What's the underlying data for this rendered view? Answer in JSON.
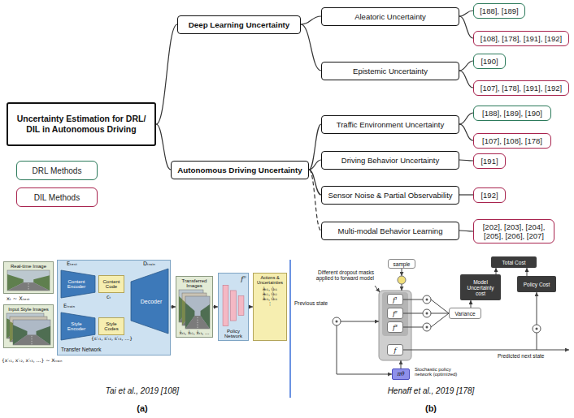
{
  "diagram": {
    "nodes": [
      {
        "text": [
          "Uncertainty Estimation for DRL/ DIL in Autonomous Driving"
        ]
      },
      {
        "text": [
          "Deep Learning Uncertainty"
        ]
      },
      {
        "text": [
          "Autonomous Driving Uncertainty"
        ]
      },
      {
        "text": [
          "Aleatoric Uncertainty"
        ]
      },
      {
        "text": [
          "Epistemic Uncertainty"
        ]
      },
      {
        "text": [
          "Traffic Environment Uncertainty"
        ]
      },
      {
        "text": [
          "Driving Behavior Uncertainty"
        ]
      },
      {
        "text": [
          "Sensor Noise & Partial Observability"
        ]
      },
      {
        "text": [
          "Multi-modal Behavior Learning"
        ]
      },
      {
        "text": [
          "[188], [189]"
        ]
      },
      {
        "text": [
          "[108], [178], [191], [192]"
        ]
      },
      {
        "text": [
          "[190]"
        ]
      },
      {
        "text": [
          "[107], [178], [191], [192]"
        ]
      },
      {
        "text": [
          "[188], [189], [190]"
        ]
      },
      {
        "text": [
          "[107], [108], [178]"
        ]
      },
      {
        "text": [
          "[191]"
        ]
      },
      {
        "text": [
          "[192]"
        ]
      },
      {
        "text": [
          "[202], [203], [204], [205], [206], [207]"
        ]
      },
      {
        "text": [
          "Real-time Image"
        ]
      },
      {
        "text": [
          "Input Style Images"
        ]
      },
      {
        "text": [
          "Transfer Network"
        ]
      },
      {
        "text": [
          "Content Encoder"
        ],
        "in": 20
      },
      {
        "text": [
          "Content Code"
        ],
        "in": 20
      },
      {
        "text": [
          "Style Encoder"
        ],
        "in": 20
      },
      {
        "text": [
          "Style Codes"
        ],
        "in": 20
      },
      {
        "text": [
          "Decoder"
        ],
        "in": 20
      },
      {
        "text": [
          "Transferred Images",
          "x̂ₜ₁, x̂ₜ₂, x̂ₜ₃, …"
        ]
      },
      {
        "text": [
          "fᶿ",
          "Policy Network"
        ]
      },
      {
        "text": [
          "Actions & Uncertainties",
          "âₜ₁, ûₜ₁",
          "âₜ₂, ûₜ₂",
          "âₜ₃, ûₜ₃",
          "⋮"
        ]
      },
      {
        "text": [
          "sample"
        ]
      },
      {
        "text": [
          "f¹"
        ]
      },
      {
        "text": [
          "f²"
        ]
      },
      {
        "text": [
          "f³"
        ]
      },
      {
        "text": [
          "f"
        ]
      },
      {
        "text": [
          "Variance"
        ]
      },
      {
        "text": [
          "Model Uncertainty cost"
        ]
      },
      {
        "text": [
          "Policy Cost"
        ]
      },
      {
        "text": [
          "Total Cost"
        ]
      },
      {
        "text": [
          "πθ"
        ]
      }
    ],
    "edges": [
      {
        "from": 0,
        "to": 1,
        "arrow": "none"
      },
      {
        "from": 0,
        "to": 2,
        "arrow": "none"
      },
      {
        "from": 1,
        "to": 3,
        "arrow": "none"
      },
      {
        "from": 1,
        "to": 4,
        "arrow": "none"
      },
      {
        "from": 2,
        "to": 5,
        "arrow": "none"
      },
      {
        "from": 2,
        "to": 6,
        "arrow": "none"
      },
      {
        "from": 2,
        "to": 7,
        "arrow": "none"
      },
      {
        "from": 2,
        "to": 8,
        "arrow": "none"
      },
      {
        "from": 3,
        "to": 9,
        "arrow": "none"
      },
      {
        "from": 3,
        "to": 10,
        "arrow": "none"
      },
      {
        "from": 4,
        "to": 11,
        "arrow": "none"
      },
      {
        "from": 4,
        "to": 12,
        "arrow": "none"
      },
      {
        "from": 5,
        "to": 13,
        "arrow": "none"
      },
      {
        "from": 5,
        "to": 14,
        "arrow": "none"
      },
      {
        "from": 6,
        "to": 15,
        "arrow": "none"
      },
      {
        "from": 7,
        "to": 16,
        "arrow": "none"
      },
      {
        "from": 8,
        "to": 17,
        "arrow": "none"
      },
      {
        "from": 20,
        "to": 26,
        "arrow": "to"
      },
      {
        "from": 26,
        "to": 27,
        "arrow": "to"
      },
      {
        "from": 27,
        "to": 28,
        "arrow": "to"
      },
      {
        "from": 34,
        "to": 35,
        "arrow": "to"
      },
      {
        "from": 35,
        "to": 37,
        "arrow": "to"
      },
      {
        "from": 36,
        "to": 37,
        "arrow": "to"
      }
    ],
    "labels": [
      "Tai et al., 2019 [108]",
      "(a)",
      "Henaff et al., 2019 [178]",
      "(b)",
      "xₜ ∼ Xₜₑₛₜ",
      "{x′ₜ₁, x′ₜ₂, x′ₜ₃, …} ∼ Xₜᵣₐᵢₙ",
      "Eₜₑₛₜ",
      "Dₜᵣₐᵢₙ",
      "cₜ",
      "Eₜᵣₐᵢₙ",
      "{s′ₜ₁, s′ₜ₂, s′ₜ₃, …}",
      "Different dropout masks applied to forward model",
      "Previous state",
      "Predicted next state",
      "Stochastic policy network (optimized)"
    ],
    "legend": [
      {
        "text": "DRL Methods",
        "color": "#2b7a5a"
      },
      {
        "text": "DIL Methods",
        "color": "#a8234e"
      }
    ]
  }
}
